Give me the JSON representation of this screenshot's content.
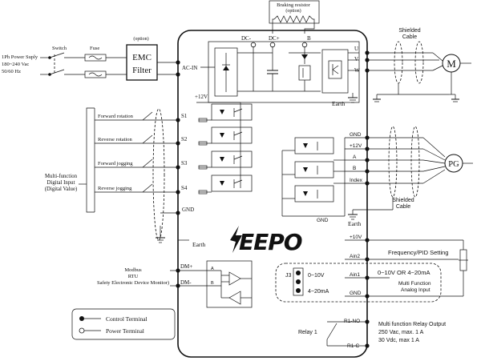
{
  "power": {
    "supply_line1": "1Ph Power Suply",
    "supply_line2": "180~240 Vac",
    "supply_line3": "50/60 Hz",
    "switch_label": "Switch",
    "fuse_label": "Fuse",
    "option_label": "(option)",
    "emc_line1": "EMC",
    "emc_line2": "Filter",
    "ac_in": "AC-IN"
  },
  "braking": {
    "line1": "Braking resistor",
    "line2": "(option)"
  },
  "dc_terminals": [
    "DC-",
    "DC+",
    "B"
  ],
  "motor": {
    "outputs": [
      "U",
      "V",
      "W"
    ],
    "motor_label": "M",
    "shielded_line1": "Shielded",
    "shielded_line2": "Cable",
    "earth": "Earth"
  },
  "inputs": {
    "plus12": "+12V",
    "terminals": [
      "S1",
      "S2",
      "S3",
      "S4"
    ],
    "functions": [
      "Forward rotation",
      "Reverse rotation",
      "Forward jogging",
      "Reverse jogging"
    ],
    "gnd": "GND",
    "earth": "Earth",
    "group_line1": "Multi-function",
    "group_line2": "Digital Input",
    "group_line3": "(Digital Value)"
  },
  "encoder": {
    "terminals": [
      "GND",
      "+12V",
      "A",
      "B",
      "Index"
    ],
    "pg_label": "PG",
    "gnd_bottom": "GND",
    "shielded_line1": "Shielded",
    "shielded_line2": "Cable",
    "earth": "Earth"
  },
  "logo": "EEPO",
  "modbus": {
    "line1": "Modbus",
    "line2": "RTU",
    "line3": "Safety Electronic Device Monitor)",
    "dm_plus": "DM+",
    "dm_minus": "DM-",
    "a": "A",
    "b": "B"
  },
  "analog": {
    "plus10": "+10V",
    "ain2": "Ain2",
    "ain1": "Ain1",
    "gnd": "GND",
    "freq_setting": "Frequency/PID Setting",
    "range": "0~10V OR 4~20mA",
    "mf_line1": "Multi Function",
    "mf_line2": "Analog Input",
    "j3": "J3",
    "j3_opt1": "0~10V",
    "j3_opt2": "4~20mA"
  },
  "legend": {
    "control": "Control Terminal",
    "power": "Power Terminal"
  },
  "relay": {
    "name": "Relay 1",
    "no": "R1-NO",
    "c": "R1-C",
    "desc_line1": "Multi function Relay Output",
    "desc_line2": "250 Vac, max. 1 A",
    "desc_line3": "30 Vdc, max 1 A"
  }
}
